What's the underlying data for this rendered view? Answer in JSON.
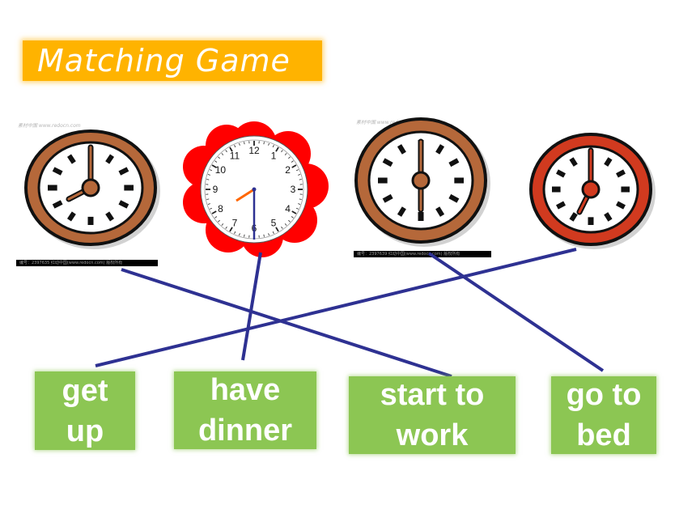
{
  "title": "Matching Game",
  "clocks": [
    {
      "id": "clock-8",
      "style": "brown",
      "hour": 8,
      "minute": 0,
      "watermark_top": "素材中国 www.redocn.com",
      "watermark_bottom": "编号：2397635  红动中国(www.redocn.com)  版权所有"
    },
    {
      "id": "clock-730",
      "style": "flower",
      "hour": 7,
      "minute": 30,
      "numbers": [
        "12",
        "1",
        "2",
        "3",
        "4",
        "5",
        "6",
        "7",
        "8",
        "9",
        "10",
        "11"
      ]
    },
    {
      "id": "clock-6",
      "style": "brown",
      "hour": 6,
      "minute": 0,
      "watermark_top": "素材中国 www.redocn.com",
      "watermark_bottom": "编号：2397639  红动中国(www.redocn.com)  版权所有"
    },
    {
      "id": "clock-7",
      "style": "red",
      "hour": 7,
      "minute": 0
    }
  ],
  "cards": [
    {
      "id": "get-up",
      "lines": [
        "get",
        "up"
      ]
    },
    {
      "id": "have-dinner",
      "lines": [
        "have",
        "dinner"
      ]
    },
    {
      "id": "start-to-work",
      "lines": [
        "start to",
        "work"
      ]
    },
    {
      "id": "go-to-bed",
      "lines": [
        "go to",
        "bed"
      ]
    }
  ],
  "matches": [
    {
      "clock": "8:00",
      "activity": "start to work"
    },
    {
      "clock": "7:30",
      "activity": "have dinner"
    },
    {
      "clock": "6:00",
      "activity": "go to bed"
    },
    {
      "clock": "7:00",
      "activity": "get up"
    }
  ],
  "colors": {
    "banner": "#ffb300",
    "card": "#8cc653",
    "line": "#2e3192",
    "clock_brown": "#b5683a",
    "clock_red": "#d13a1f",
    "flower": "#ff0000",
    "hand_orange": "#ff6600"
  }
}
